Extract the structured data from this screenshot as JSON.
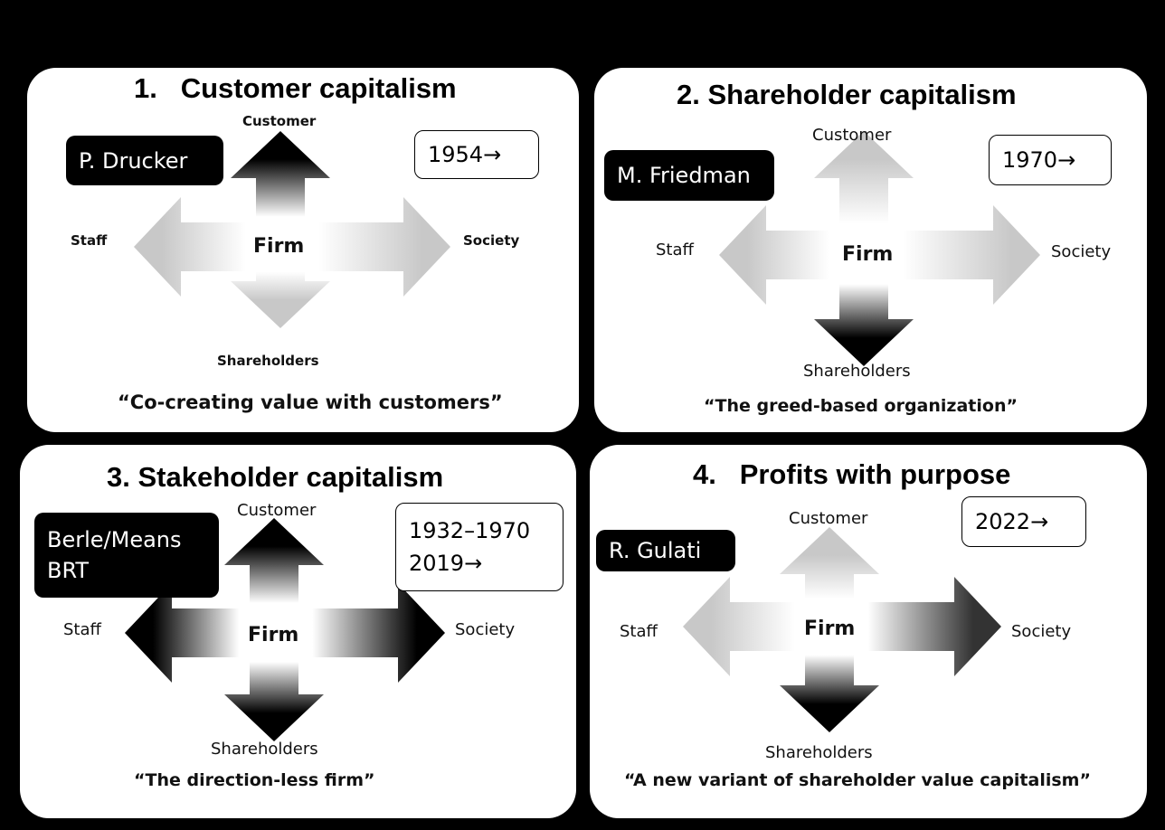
{
  "panels": [
    {
      "title": "1.   Customer capitalism",
      "person": "P. Drucker",
      "period": "1954→",
      "center": "Firm",
      "up": "Customer",
      "down": "Shareholders",
      "left": "Staff",
      "right": "Society",
      "quote": "“Co-creating value with customers”",
      "arrow_shades": {
        "up": "dark",
        "down": "light",
        "left": "light",
        "right": "light"
      }
    },
    {
      "title": "2. Shareholder capitalism",
      "person": "M. Friedman",
      "period": "1970→",
      "center": "Firm",
      "up": "Customer",
      "down": "Shareholders",
      "left": "Staff",
      "right": "Society",
      "quote": "“The greed-based organization”",
      "arrow_shades": {
        "up": "light",
        "down": "dark",
        "left": "light",
        "right": "light"
      }
    },
    {
      "title": "3. Stakeholder capitalism",
      "person_lines": [
        "Berle/Means",
        "BRT"
      ],
      "period_lines": [
        "1932–1970",
        "2019→"
      ],
      "center": "Firm",
      "up": "Customer",
      "down": "Shareholders",
      "left": "Staff",
      "right": "Society",
      "quote": "“The direction-less firm”",
      "arrow_shades": {
        "up": "dark",
        "down": "dark",
        "left": "dark",
        "right": "dark"
      }
    },
    {
      "title": "4.   Profits with purpose",
      "person": "R. Gulati",
      "period": "2022→",
      "center": "Firm",
      "up": "Customer",
      "down": "Shareholders",
      "left": "Staff",
      "right": "Society",
      "quote": "“A new variant of shareholder value capitalism”",
      "arrow_shades": {
        "up": "light",
        "down": "dark",
        "left": "light",
        "right": "medium"
      }
    }
  ],
  "colors": {
    "background": "#000000",
    "panel": "#ffffff",
    "dark": "#000000",
    "medium": "#333333",
    "light": "#c8c8c8"
  }
}
